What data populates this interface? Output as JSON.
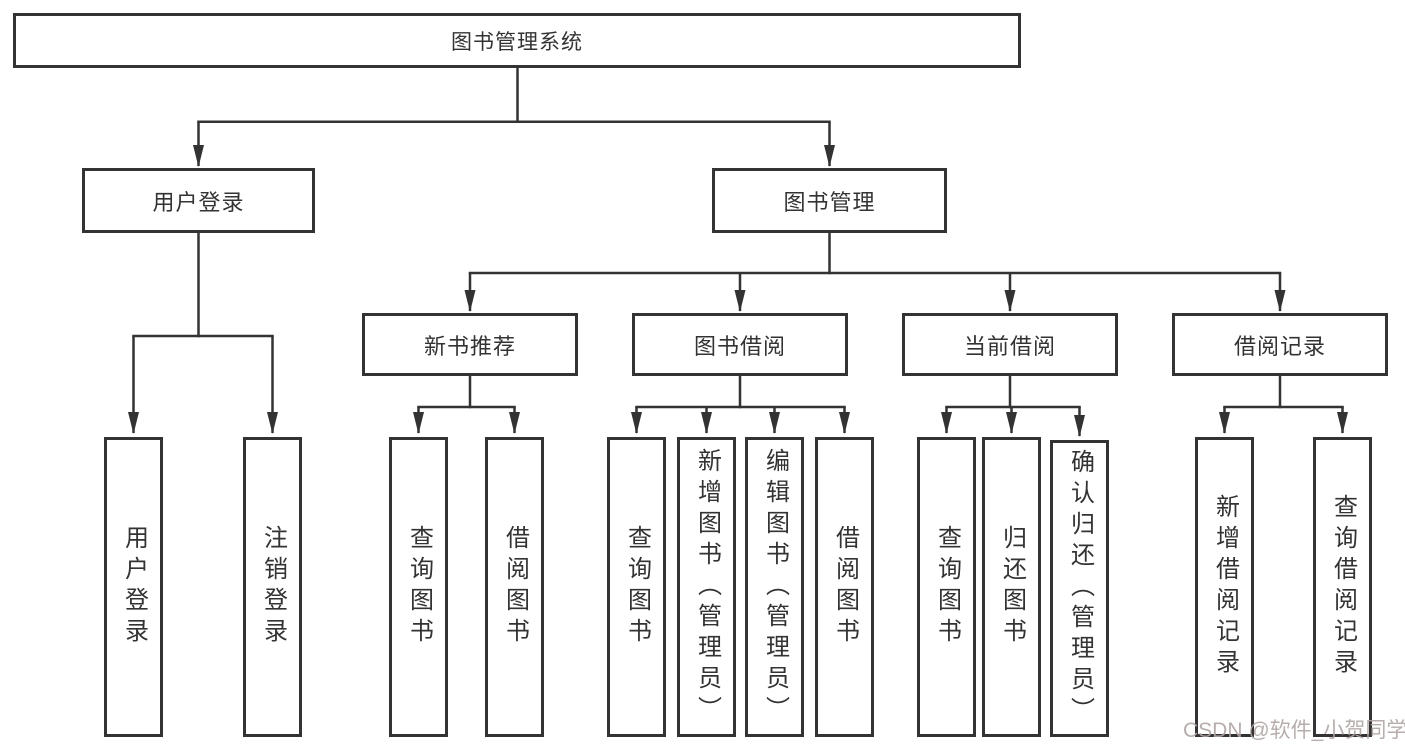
{
  "tree": {
    "root": {
      "label": "图书管理系统",
      "children": [
        {
          "label": "用户登录",
          "children": [
            {
              "label": "用户登录"
            },
            {
              "label": "注销登录"
            }
          ]
        },
        {
          "label": "图书管理",
          "children": [
            {
              "label": "新书推荐",
              "children": [
                {
                  "label": "查询图书"
                },
                {
                  "label": "借阅图书"
                }
              ]
            },
            {
              "label": "图书借阅",
              "children": [
                {
                  "label": "查询图书"
                },
                {
                  "label": "新增图书（管理员）"
                },
                {
                  "label": "编辑图书（管理员）"
                },
                {
                  "label": "借阅图书"
                }
              ]
            },
            {
              "label": "当前借阅",
              "children": [
                {
                  "label": "查询图书"
                },
                {
                  "label": "归还图书"
                },
                {
                  "label": "确认归还（管理员）"
                }
              ]
            },
            {
              "label": "借阅记录",
              "children": [
                {
                  "label": "新增借阅记录"
                },
                {
                  "label": "查询借阅记录"
                }
              ]
            }
          ]
        }
      ]
    }
  },
  "watermark": {
    "text": "CSDN @软件_小贺同学"
  },
  "colors": {
    "line": "#333333",
    "text": "#333333",
    "background": "#ffffff",
    "watermark": "#afa5a3"
  }
}
